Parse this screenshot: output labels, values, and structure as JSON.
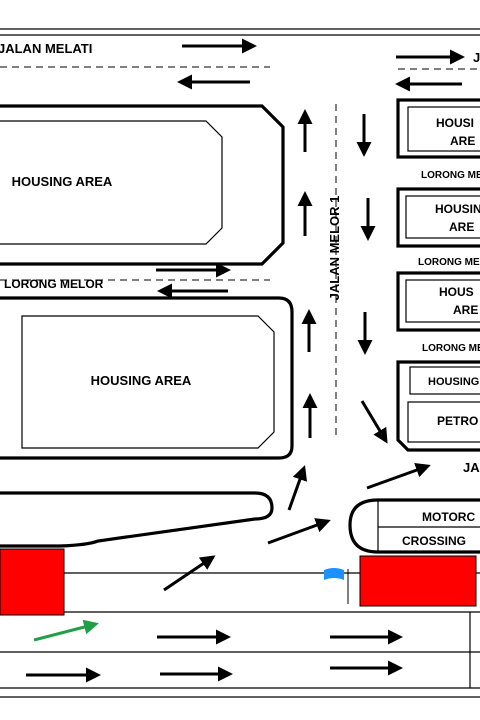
{
  "map": {
    "roads": {
      "jalan_melati": "JALAN MELATI",
      "jalan_melati_right": "J",
      "jalan_melor_1": "JALAN MELOR 1",
      "lorong_melor_left": "LORONG MELOR",
      "lorong_melor_r1": "LORONG ME",
      "lorong_melor_r2": "LORONG ME",
      "lorong_melor_r3": "LORONG ME",
      "jalan_lower_right": "JA"
    },
    "blocks": {
      "housing_left_top": "HOUSING AREA",
      "housing_left_bottom": "HOUSING AREA",
      "housing_r1_line1": "HOUSI",
      "housing_r1_line2": "ARE",
      "housing_r2_line1": "HOUSIN",
      "housing_r2_line2": "ARE",
      "housing_r3_line1": "HOUS",
      "housing_r3_line2": "ARE",
      "housing_r4": "HOUSING",
      "petrol": "PETRO",
      "motorcycle": "MOTORC",
      "crossing": "CROSSING"
    },
    "colors": {
      "red_zone": "#ff0000",
      "flag": "#1e90ff",
      "green_arrow": "#1fa046",
      "arrow": "#000000"
    },
    "icons": {
      "flag": "blue-flag-icon"
    }
  }
}
